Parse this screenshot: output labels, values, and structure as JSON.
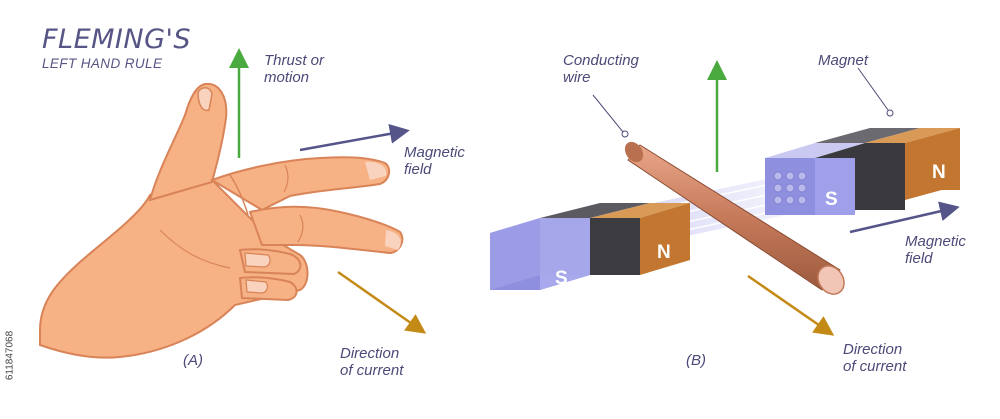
{
  "title": {
    "main": "FLEMING'S",
    "sub": "LEFT HAND RULE"
  },
  "panel_a": {
    "label": "(A)",
    "thrust_label": "Thrust or\nmotion",
    "field_label": "Magnetic\nfield",
    "current_label": "Direction\nof current"
  },
  "panel_b": {
    "label": "(B)",
    "wire_label": "Conducting\nwire",
    "magnet_label": "Magnet",
    "field_label": "Magnetic\nfield",
    "current_label": "Direction\nof current",
    "pole_s": "S",
    "pole_n": "N"
  },
  "stock_id": "611847068",
  "colors": {
    "thrust_arrow": "#4aa93f",
    "field_arrow": "#55558a",
    "current_arrow": "#c48a16",
    "south_pole": "#8f8fe0",
    "north_pole": "#c2762f",
    "magnet_middle": "#3a3a3e",
    "wire": "#c07a5a",
    "skin": "#f6b184",
    "text": "#4b4a78"
  }
}
